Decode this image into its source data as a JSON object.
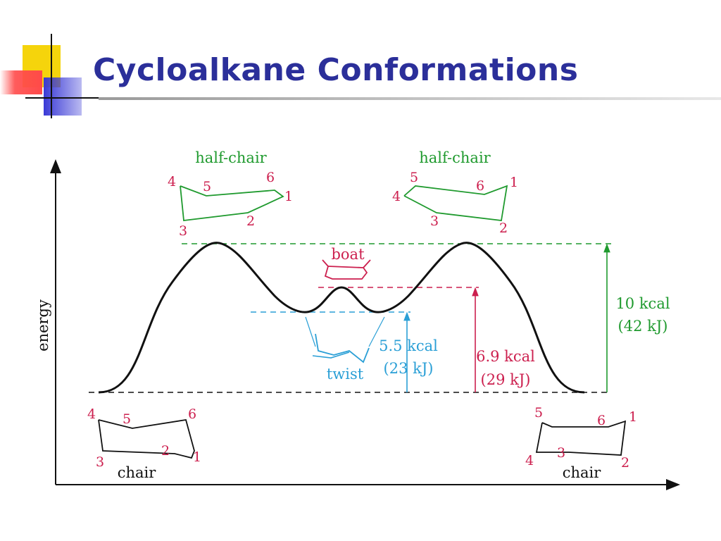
{
  "slide": {
    "title": "Cycloalkane Conformations",
    "colors": {
      "title": "#2b2f9a",
      "logo_yellow": "#f5d40c",
      "logo_red": "#ff4a4a",
      "logo_blue": "#3a3ad6",
      "green": "#1f9a2e",
      "crimson": "#cc1f4e",
      "cyan": "#2a9fd6",
      "black": "#111111"
    }
  },
  "diagram": {
    "y_axis_label": "energy",
    "conformers": {
      "chair_left": {
        "name": "chair",
        "atoms": [
          "4",
          "5",
          "6",
          "1",
          "2",
          "3"
        ]
      },
      "chair_right": {
        "name": "chair",
        "atoms": [
          "5",
          "6",
          "1",
          "2",
          "3",
          "4"
        ]
      },
      "half_chair_left": {
        "name": "half-chair",
        "atoms": [
          "4",
          "5",
          "6",
          "1",
          "2",
          "3"
        ]
      },
      "half_chair_right": {
        "name": "half-chair",
        "atoms": [
          "5",
          "6",
          "1",
          "4",
          "3",
          "2"
        ]
      },
      "boat": {
        "name": "boat"
      },
      "twist": {
        "name": "twist"
      }
    },
    "energies": {
      "half_chair": {
        "kcal": "10 kcal",
        "kj": "(42 kJ)"
      },
      "boat": {
        "kcal": "6.9 kcal",
        "kj": "(29 kJ)"
      },
      "twist": {
        "kcal": "5.5 kcal",
        "kj": "(23 kJ)"
      }
    }
  }
}
